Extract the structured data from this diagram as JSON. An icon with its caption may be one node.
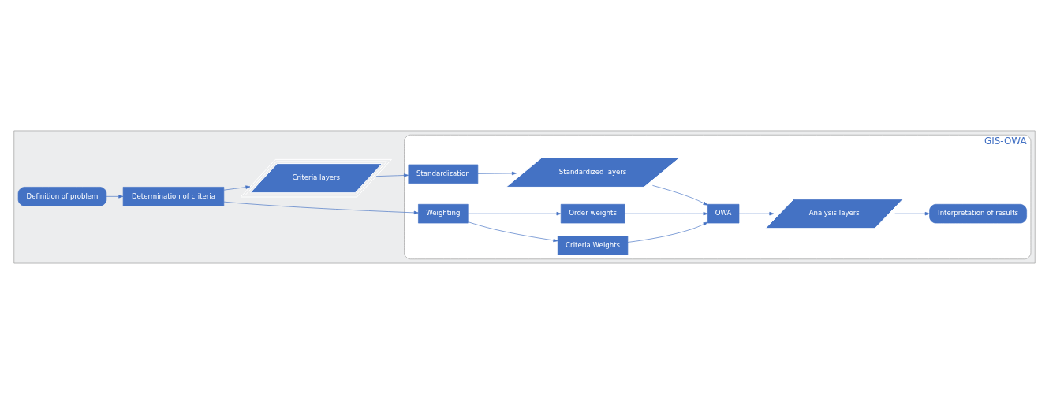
{
  "diagram": {
    "nodes": [
      {
        "text": [],
        "shape": "box"
      },
      {
        "text": [
          "GIS-OWA"
        ],
        "in": 0
      },
      {
        "text": [
          "Definition of problem"
        ],
        "in": 0
      },
      {
        "text": [
          "Determination of criteria"
        ],
        "in": 0
      },
      {
        "text": [
          "Criteria layers"
        ],
        "in": 0
      },
      {
        "text": [
          "Standardization"
        ],
        "in": 1
      },
      {
        "text": [
          "Standardized layers"
        ],
        "in": 1
      },
      {
        "text": [
          "Weighting"
        ],
        "in": 1
      },
      {
        "text": [
          "Criteria Weights"
        ],
        "in": 1
      },
      {
        "text": [
          "Order weights"
        ],
        "in": 1
      },
      {
        "text": [
          "OWA"
        ],
        "in": 1
      },
      {
        "text": [
          "Analysis layers"
        ],
        "in": 1
      },
      {
        "text": [
          "Interpretation of results"
        ],
        "in": 1
      }
    ],
    "edges": [
      {
        "from": 2,
        "to": 3,
        "arrow": "to"
      },
      {
        "from": 3,
        "to": 4,
        "arrow": "to"
      },
      {
        "from": 3,
        "to": 7,
        "arrow": "to"
      },
      {
        "from": 4,
        "to": 5,
        "arrow": "to"
      },
      {
        "from": 5,
        "to": 6,
        "arrow": "to"
      },
      {
        "from": 6,
        "to": 10,
        "arrow": "to"
      },
      {
        "from": 7,
        "to": 8,
        "arrow": "to"
      },
      {
        "from": 7,
        "to": 9,
        "arrow": "to"
      },
      {
        "from": 8,
        "to": 10,
        "arrow": "to"
      },
      {
        "from": 9,
        "to": 10,
        "arrow": "to"
      },
      {
        "from": 10,
        "to": 11,
        "arrow": "to"
      },
      {
        "from": 11,
        "to": 12,
        "arrow": "to"
      }
    ]
  }
}
